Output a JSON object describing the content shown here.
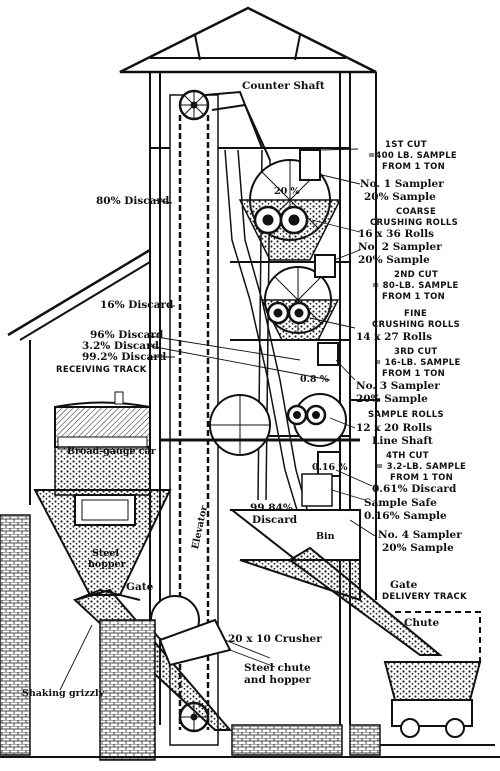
{
  "labels": {
    "counter_shaft": "Counter Shaft",
    "discard_80": "80% Discard",
    "cut1_l1": "1ST CUT",
    "cut1_l2": "=400 LB. SAMPLE",
    "cut1_l3": "FROM 1 TON",
    "sampler1": "No. 1 Sampler",
    "sample20_1": "20% Sample",
    "coarse_l1": "COARSE",
    "coarse_l2": "CRUSHING ROLLS",
    "rolls_16x36": "16 x 36 Rolls",
    "sampler2": "No. 2 Sampler",
    "sample20_2": "20% Sample",
    "cut2_l1": "2ND CUT",
    "cut2_l2": "= 80-LB. SAMPLE",
    "cut2_l3": "FROM 1 TON",
    "discard_16": "16% Discard",
    "fine_l1": "FINE",
    "fine_l2": "CRUSHING ROLLS",
    "rolls_14x27": "14 x 27 Rolls",
    "discard_96": "96% Discard",
    "discard_32": "3.2% Discard",
    "discard_992": "99.2% Discard",
    "receiving_track": "RECEIVING TRACK",
    "cut3_l1": "3RD CUT",
    "cut3_l2": "= 16-LB. SAMPLE",
    "cut3_l3": "FROM 1 TON",
    "sampler3": "No. 3 Sampler",
    "sample20_3": "20% Sample",
    "sample_rolls": "SAMPLE ROLLS",
    "rolls_12x20": "12 x 20 Rolls",
    "line_shaft": "Line Shaft",
    "cut4_l1": "4TH CUT",
    "cut4_l2": "= 3.2-LB. SAMPLE",
    "cut4_l3": "FROM 1 TON",
    "discard_061": "0.61% Discard",
    "sample_safe": "Sample Safe",
    "sample_016": "0.16% Sample",
    "sampler4": "No. 4 Sampler",
    "sample20_4": "20% Sample",
    "gate_right": "Gate",
    "delivery_track": "DELIVERY TRACK",
    "chute": "Chute",
    "broad_gauge_car": "Broad-gauge car",
    "steel_hopper_1": "Steel",
    "steel_hopper_2": "hopper",
    "gate_left": "Gate",
    "elevator": "Elevator",
    "discard_9984_1": "99.84%",
    "discard_9984_2": "Discard",
    "bin": "Bin",
    "pct_016": "0.16 %",
    "pct_08": "0.8 %",
    "pct_20": "20 %",
    "crusher": "20 x 10 Crusher",
    "steel_chute_1": "Steel chute",
    "steel_chute_2": "and hopper",
    "shaking_grizzly": "Shaking grizzly"
  }
}
